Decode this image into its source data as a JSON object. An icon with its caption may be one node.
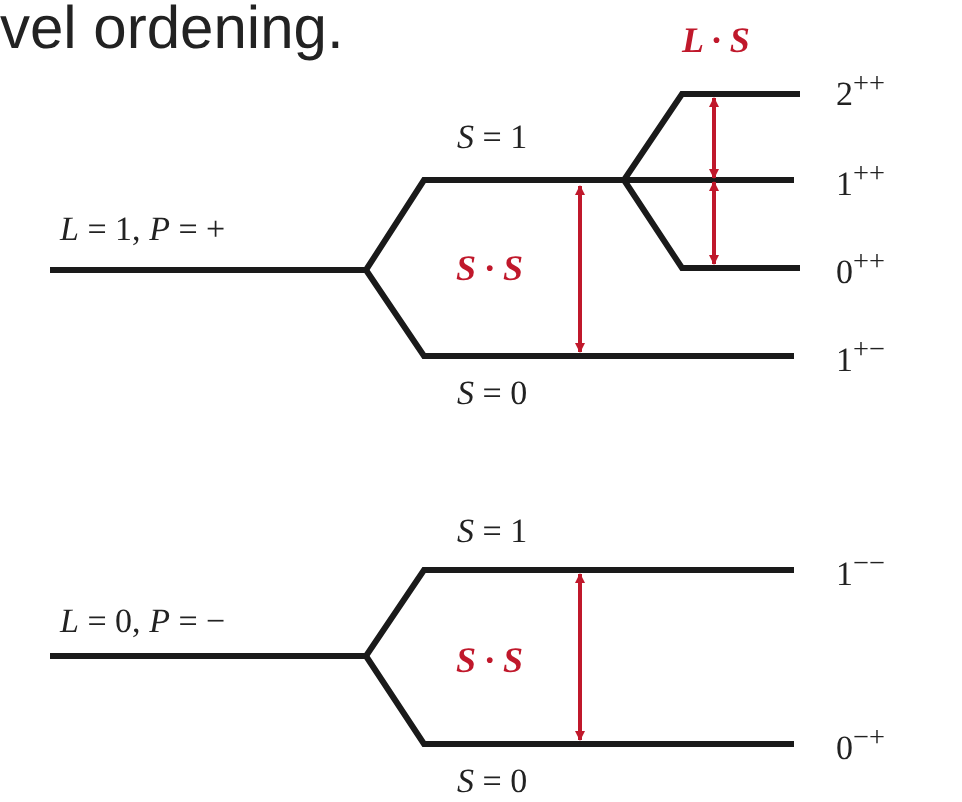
{
  "diagram": {
    "title": "vel ordening.",
    "labels": [
      "**L · S**",
      "*S* = 1",
      "2$^{++}$",
      "*L* = 1, *P* = +",
      "**S · S**",
      "1$^{++}$",
      "0$^{++}$",
      "1$^{+−}$",
      "*S* = 0",
      "*S* = 1",
      "*L* = 0, *P* = −",
      "**S · S**",
      "1$^{−−}$",
      "*S* = 0",
      "0$^{−+}$"
    ]
  }
}
